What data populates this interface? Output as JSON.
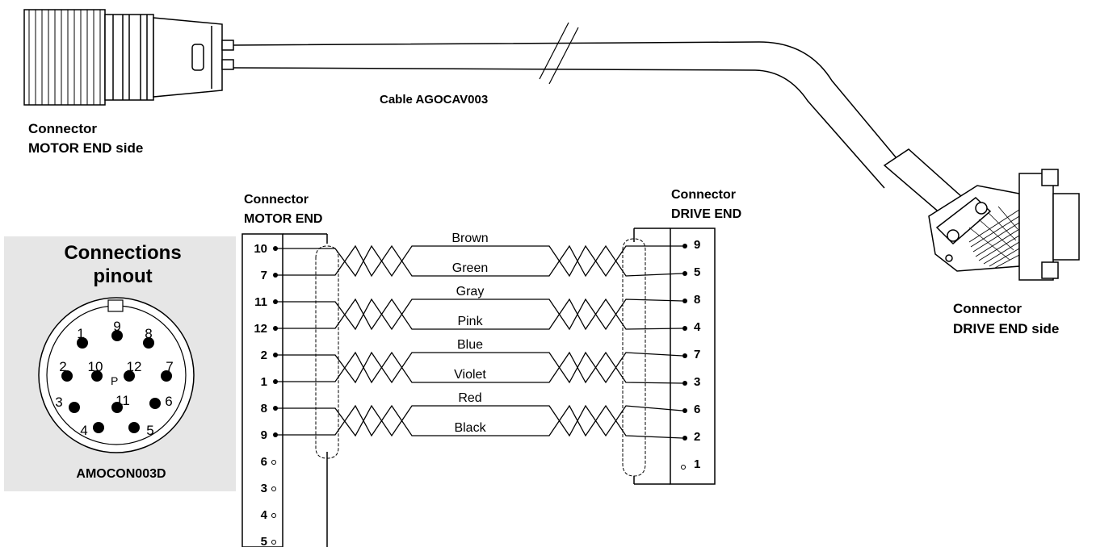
{
  "labels": {
    "motor_end_side_line1": "Connector",
    "motor_end_side_line2": "MOTOR END side",
    "cable": "Cable AGOCAV003",
    "drive_end_side_line1": "Connector",
    "drive_end_side_line2": "DRIVE END side",
    "motor_end_line1": "Connector",
    "motor_end_line2": "MOTOR END",
    "drive_end_line1": "Connector",
    "drive_end_line2": "DRIVE END"
  },
  "pinout": {
    "title_line1": "Connections",
    "title_line2": "pinout",
    "part_code": "AMOCON003D",
    "center_label": "P",
    "pins": [
      "1",
      "2",
      "3",
      "4",
      "5",
      "6",
      "7",
      "8",
      "9",
      "10",
      "11",
      "12"
    ]
  },
  "motor_pins": [
    {
      "label": "10",
      "connected": true
    },
    {
      "label": "7",
      "connected": true
    },
    {
      "label": "11",
      "connected": true
    },
    {
      "label": "12",
      "connected": true
    },
    {
      "label": "2",
      "connected": true
    },
    {
      "label": "1",
      "connected": true
    },
    {
      "label": "8",
      "connected": true
    },
    {
      "label": "9",
      "connected": true
    },
    {
      "label": "6",
      "connected": false
    },
    {
      "label": "3",
      "connected": false
    },
    {
      "label": "4",
      "connected": false
    },
    {
      "label": "5",
      "connected": false
    }
  ],
  "drive_pins": [
    {
      "label": "9",
      "connected": true
    },
    {
      "label": "5",
      "connected": true
    },
    {
      "label": "8",
      "connected": true
    },
    {
      "label": "4",
      "connected": true
    },
    {
      "label": "7",
      "connected": true
    },
    {
      "label": "3",
      "connected": true
    },
    {
      "label": "6",
      "connected": true
    },
    {
      "label": "2",
      "connected": true
    },
    {
      "label": "1",
      "connected": false
    }
  ],
  "wires": [
    {
      "color_name": "Brown"
    },
    {
      "color_name": "Green"
    },
    {
      "color_name": "Gray"
    },
    {
      "color_name": "Pink"
    },
    {
      "color_name": "Blue"
    },
    {
      "color_name": "Violet"
    },
    {
      "color_name": "Red"
    },
    {
      "color_name": "Black"
    }
  ],
  "colors": {
    "line": "#000000",
    "pinout_panel_bg": "#e6e6e6",
    "connector_fill": "#ffffff"
  }
}
